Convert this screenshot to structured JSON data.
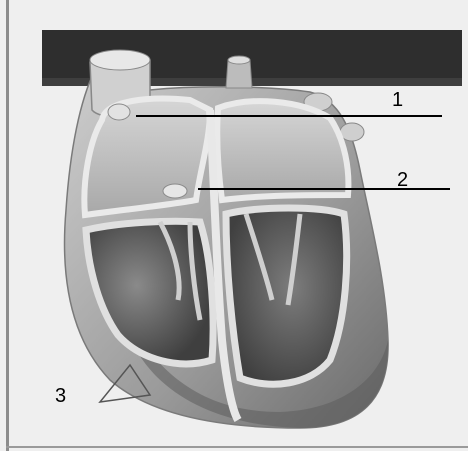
{
  "labels": {
    "one": "1",
    "two": "2",
    "three": "3"
  },
  "colors": {
    "frame_border": "#808080",
    "top_bar": "#2b2b2b",
    "background": "#e6e6e6",
    "ventricle_dark": "#5a5a5a",
    "atrium_light": "#bdbdbd",
    "wall": "#d9d9d9",
    "leader_line": "#000000"
  }
}
